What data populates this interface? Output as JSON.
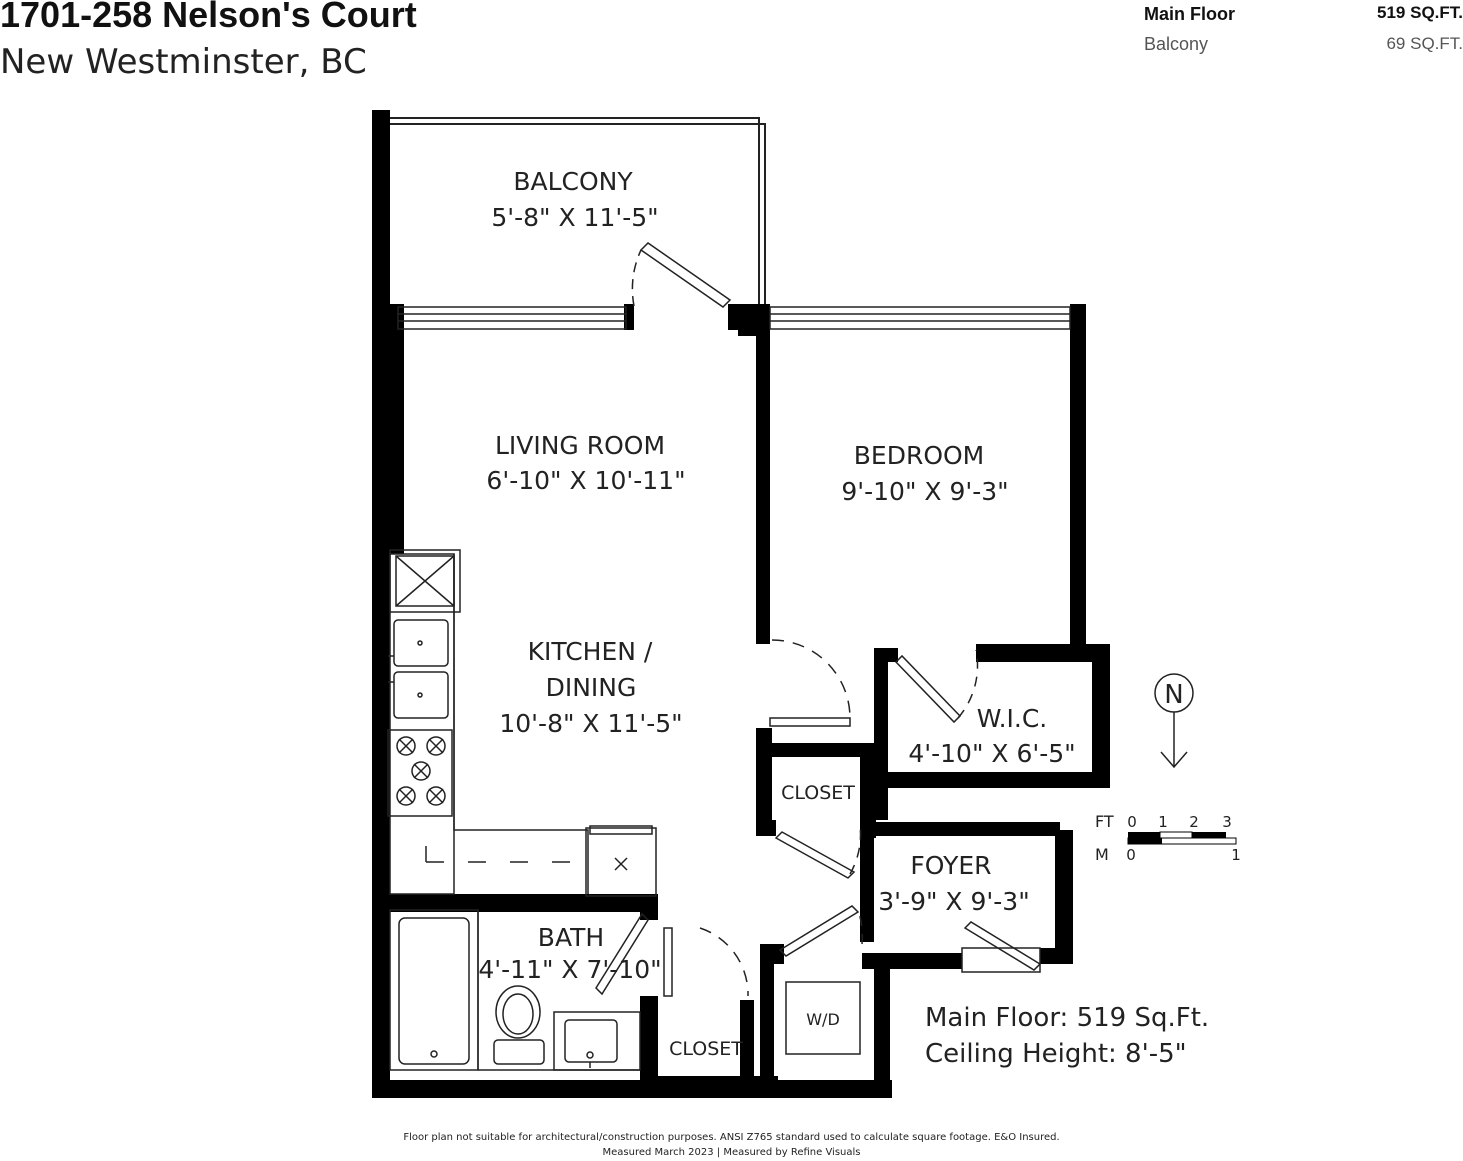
{
  "header": {
    "address": "1701-258 Nelson's Court",
    "city": "New Westminster, BC"
  },
  "areas": [
    {
      "label": "Main Floor",
      "value": "519 SQ.FT."
    },
    {
      "label": "Balcony",
      "value": "69 SQ.FT."
    }
  ],
  "rooms": {
    "balcony": {
      "name": "BALCONY",
      "dims": "5'-8\" X 11'-5\""
    },
    "living": {
      "name": "LIVING ROOM",
      "dims": "6'-10\" X 10'-11\""
    },
    "bedroom": {
      "name": "BEDROOM",
      "dims": "9'-10\" X  9'-3\""
    },
    "kitchen": {
      "name_line1": "KITCHEN /",
      "name_line2": "DINING",
      "dims": "10'-8\" X 11'-5\""
    },
    "wic": {
      "name": "W.I.C.",
      "dims": "4'-10\" X  6'-5\""
    },
    "closet_upper": {
      "name": "CLOSET"
    },
    "foyer": {
      "name": "FOYER",
      "dims": "3'-9\" X  9'-3\""
    },
    "bath": {
      "name": "BATH",
      "dims": "4'-11\" X 7'-10\""
    },
    "closet_lower": {
      "name": "CLOSET"
    },
    "laundry": {
      "name": "W/D"
    }
  },
  "compass": {
    "letter": "N"
  },
  "scale": {
    "ft_label": "FT",
    "ft_ticks": [
      "0",
      "1",
      "2",
      "3"
    ],
    "m_label": "M",
    "m_ticks": [
      "0",
      "1"
    ]
  },
  "summary": {
    "main_floor": "Main Floor: 519 Sq.Ft.",
    "ceiling": "Ceiling Height: 8'-5\""
  },
  "footer": {
    "line1": "Floor plan not suitable for architectural/construction purposes. ANSI Z765 standard used to calculate square footage. E&O Insured.",
    "line2": "Measured March 2023 | Measured by Refine Visuals"
  }
}
